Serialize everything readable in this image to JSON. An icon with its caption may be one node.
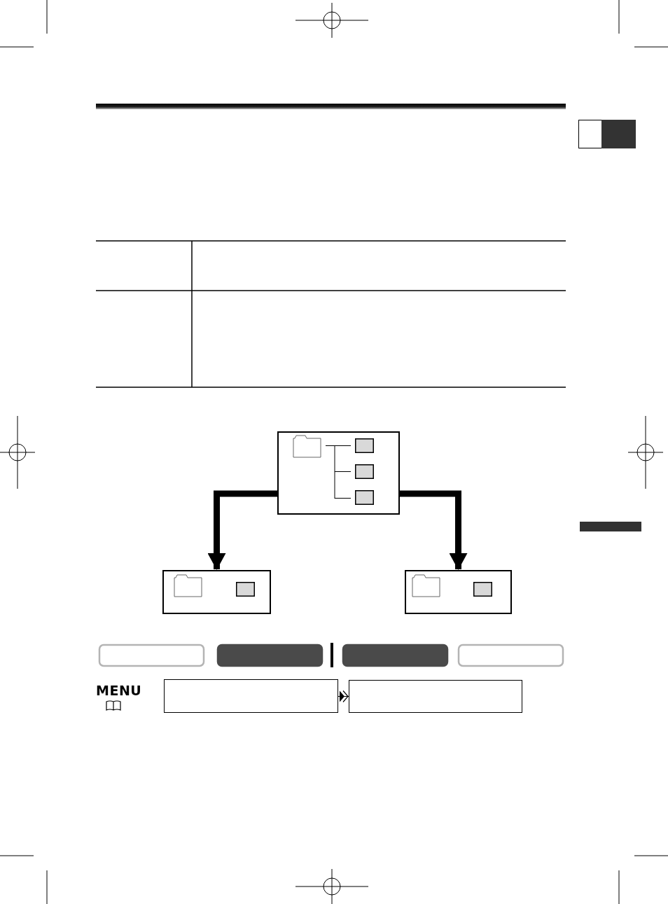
{
  "diagram": {
    "nodes": [
      {
        "text": [],
        "shape": "box"
      },
      {
        "text": [],
        "shape": "box"
      },
      {
        "text": [],
        "shape": "box"
      },
      {
        "text": [],
        "shape": "box"
      },
      {
        "text": [],
        "shape": "box"
      }
    ],
    "edges": [
      {
        "from": 0,
        "to": 1,
        "arrow": "to"
      },
      {
        "from": 0,
        "to": 2,
        "arrow": "to"
      },
      {
        "from": 3,
        "to": 4,
        "arrow": "to"
      }
    ],
    "labels": [
      "MENU"
    ]
  }
}
